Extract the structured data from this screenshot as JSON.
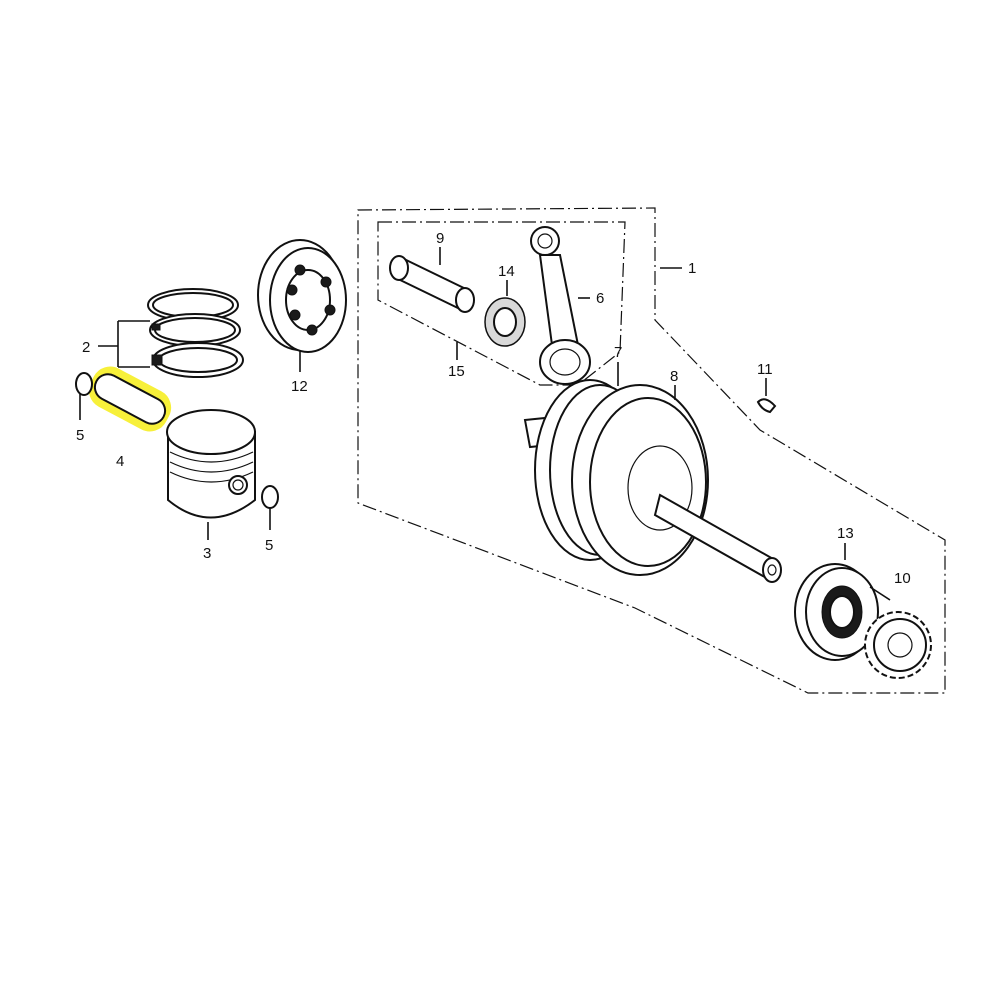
{
  "callouts": {
    "c1": "1",
    "c2": "2",
    "c3": "3",
    "c4": "4",
    "c5a": "5",
    "c5b": "5",
    "c6": "6",
    "c7": "7",
    "c8": "8",
    "c9": "9",
    "c10": "10",
    "c11": "11",
    "c12": "12",
    "c13": "13",
    "c14": "14",
    "c15": "15"
  },
  "highlight": {
    "part": "4",
    "color": "#f7f03a"
  }
}
